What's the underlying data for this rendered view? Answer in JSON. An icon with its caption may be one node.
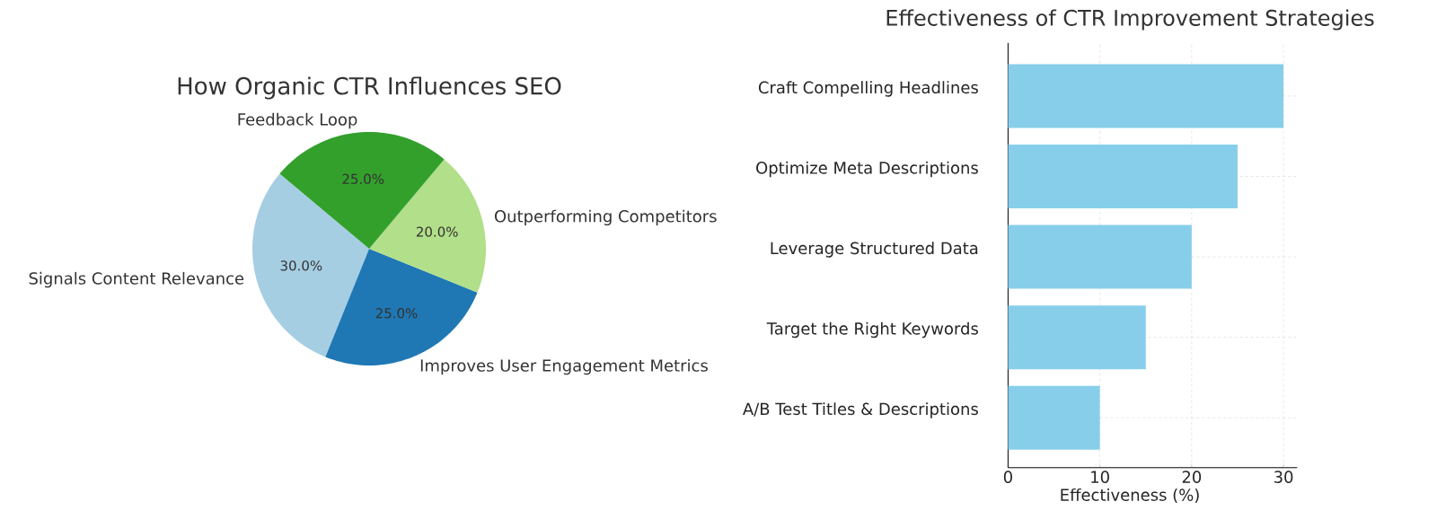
{
  "diagram": {
    "chart_data": [
      {
        "type": "pie",
        "title": "How Organic CTR Influences SEO",
        "categories": [
          "Signals Content Relevance",
          "Improves User Engagement Metrics",
          "Outperforming Competitors",
          "Feedback Loop"
        ],
        "values": [
          30,
          25,
          20,
          25
        ],
        "colors": [
          "#a6cee3",
          "#1f78b4",
          "#b2df8a",
          "#33a02c"
        ],
        "value_labels": [
          "30.0%",
          "25.0%",
          "20.0%",
          "25.0%"
        ]
      },
      {
        "type": "bar",
        "orientation": "horizontal",
        "title": "Effectiveness of CTR Improvement Strategies",
        "xlabel": "Effectiveness (%)",
        "categories": [
          "Craft Compelling Headlines",
          "Optimize Meta Descriptions",
          "Leverage Structured Data",
          "Target the Right Keywords",
          "A/B Test Titles & Descriptions"
        ],
        "series": [
          {
            "color": "#87ceeb",
            "values": [
              30,
              25,
              20,
              15,
              10
            ]
          }
        ],
        "xlim": [
          0,
          31.5
        ],
        "xticks": [
          0,
          10,
          20,
          30
        ],
        "grid": true
      }
    ]
  }
}
